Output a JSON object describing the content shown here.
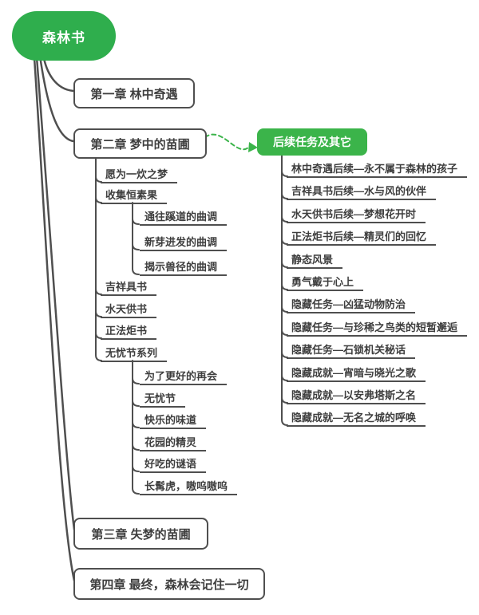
{
  "root": {
    "label": "森林书"
  },
  "chapters": {
    "ch1": "第一章 林中奇遇",
    "ch2": "第二章 梦中的苗圃",
    "ch3": "第三章 失梦的苗圃",
    "ch4": "第四章 最终，森林会记住一切"
  },
  "branch2": {
    "items": [
      "愿为一炊之梦",
      "收集恒素果",
      "吉祥具书",
      "水天供书",
      "正法炬书",
      "无忧节系列"
    ],
    "melodies": [
      "通往蹊道的曲调",
      "新芽进发的曲调",
      "揭示兽径的曲调"
    ],
    "festival": [
      "为了更好的再会",
      "无忧节",
      "快乐的味道",
      "花园的精灵",
      "好吃的谜语",
      "长髯虎，嗷呜嗷呜"
    ]
  },
  "followup": {
    "label": "后续任务及其它",
    "items": [
      "林中奇遇后续—永不属于森林的孩子",
      "吉祥具书后续—水与风的伙伴",
      "水天供书后续—梦想花开时",
      "正法炬书后续—精灵们的回忆",
      "静态风景",
      "勇气戴于心上",
      "隐藏任务—凶猛动物防治",
      "隐藏任务—与珍稀之鸟类的短暂邂逅",
      "隐藏任务—石锁机关秘话",
      "隐藏成就—宵暗与晓光之歌",
      "隐藏成就—以安弗塔斯之名",
      "隐藏成就—无名之城的呼唤"
    ]
  },
  "colors": {
    "root_green": "#2fae4d",
    "followup_green": "#3bb44a",
    "line_dark": "#4f4f4f",
    "text": "#3e3e3e"
  }
}
